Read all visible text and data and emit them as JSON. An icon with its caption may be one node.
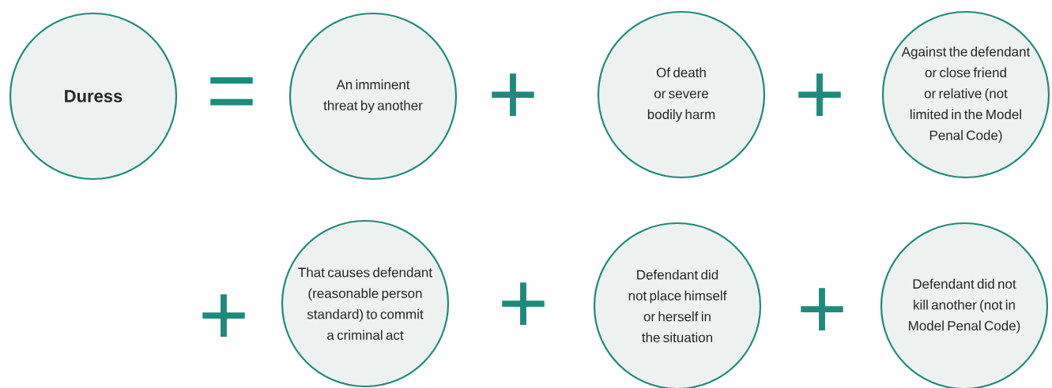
{
  "diagram": {
    "nodes": [
      {
        "text": [
          "Duress"
        ]
      },
      {
        "text": [
          "An imminent threat by another"
        ]
      },
      {
        "text": [
          "Of death or severe bodily harm"
        ]
      },
      {
        "text": [
          "Against the defendant or close friend or relative (not limited in the Model Penal Code)"
        ]
      },
      {
        "text": [
          "That causes defendant (reasonable person standard) to commit a criminal act"
        ]
      },
      {
        "text": [
          "Defendant did not place himself or herself in the situation"
        ]
      },
      {
        "text": [
          "Defendant did not kill another (not in Model Penal Code)"
        ]
      }
    ],
    "edges": [],
    "labels": [
      "=",
      "+",
      "+",
      "+",
      "+",
      "+"
    ]
  }
}
